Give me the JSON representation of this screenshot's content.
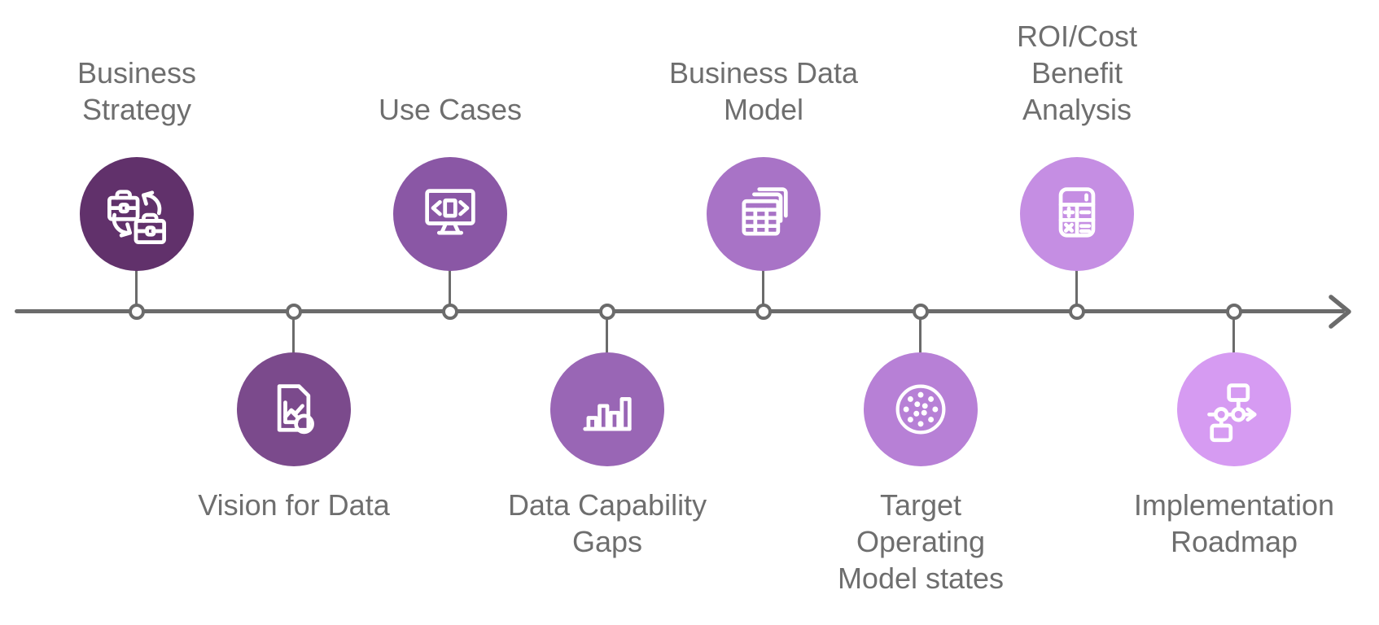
{
  "diagram": {
    "type": "timeline-process",
    "background": "#ffffff",
    "line_color": "#6b6b6b",
    "text_color": "#6e6e6e",
    "direction": "left-to-right"
  },
  "milestones": [
    {
      "label": "Business\nStrategy",
      "position": "above",
      "color": "#61316b",
      "icon": "briefcase-exchange-icon"
    },
    {
      "label": "Vision for Data",
      "position": "below",
      "color": "#7b4a8c",
      "icon": "document-chart-magnifier-icon"
    },
    {
      "label": "Use Cases",
      "position": "above",
      "color": "#8a57a5",
      "icon": "monitor-code-icon"
    },
    {
      "label": "Data Capability\nGaps",
      "position": "below",
      "color": "#9966b5",
      "icon": "bar-chart-icon"
    },
    {
      "label": "Business Data\nModel",
      "position": "above",
      "color": "#a873c6",
      "icon": "stacked-tables-icon"
    },
    {
      "label": "Target\nOperating\nModel states",
      "position": "below",
      "color": "#b780d6",
      "icon": "dotted-sphere-icon"
    },
    {
      "label": "ROI/Cost\nBenefit\nAnalysis",
      "position": "above",
      "color": "#c58ee3",
      "icon": "calculator-icon"
    },
    {
      "label": "Implementation\nRoadmap",
      "position": "below",
      "color": "#d69bf2",
      "icon": "flowchart-roadmap-icon"
    }
  ]
}
